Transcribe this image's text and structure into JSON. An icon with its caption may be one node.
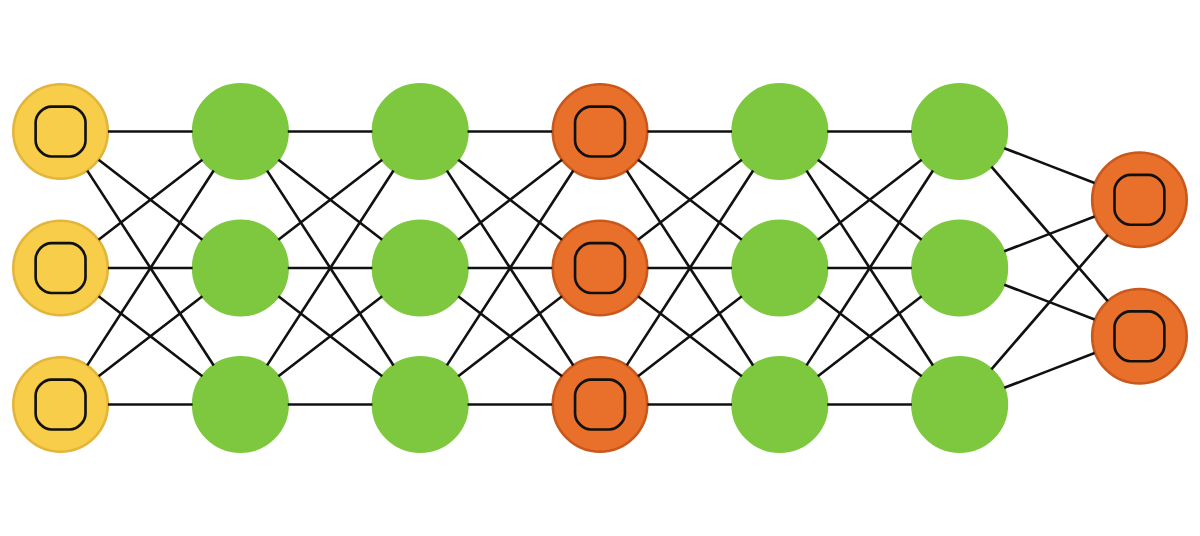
{
  "diagram": {
    "nodes": [
      {
        "text": [],
        "shape": "circle"
      },
      {
        "text": [],
        "shape": "circle"
      },
      {
        "text": [],
        "shape": "circle"
      },
      {
        "text": [],
        "shape": "circle"
      },
      {
        "text": [],
        "shape": "circle"
      },
      {
        "text": [],
        "shape": "circle"
      },
      {
        "text": [],
        "shape": "circle"
      },
      {
        "text": [],
        "shape": "circle"
      },
      {
        "text": [],
        "shape": "circle"
      },
      {
        "text": [],
        "shape": "circle"
      },
      {
        "text": [],
        "shape": "circle"
      },
      {
        "text": [],
        "shape": "circle"
      },
      {
        "text": [],
        "shape": "circle"
      },
      {
        "text": [],
        "shape": "circle"
      },
      {
        "text": [],
        "shape": "circle"
      },
      {
        "text": [],
        "shape": "circle"
      },
      {
        "text": [],
        "shape": "circle"
      },
      {
        "text": [],
        "shape": "circle"
      },
      {
        "text": [],
        "shape": "circle"
      },
      {
        "text": [],
        "shape": "circle"
      }
    ],
    "edges": [
      {
        "from": 0,
        "to": 3,
        "arrow": "none"
      },
      {
        "from": 0,
        "to": 4,
        "arrow": "none"
      },
      {
        "from": 0,
        "to": 5,
        "arrow": "none"
      },
      {
        "from": 1,
        "to": 3,
        "arrow": "none"
      },
      {
        "from": 1,
        "to": 4,
        "arrow": "none"
      },
      {
        "from": 1,
        "to": 5,
        "arrow": "none"
      },
      {
        "from": 2,
        "to": 3,
        "arrow": "none"
      },
      {
        "from": 2,
        "to": 4,
        "arrow": "none"
      },
      {
        "from": 2,
        "to": 5,
        "arrow": "none"
      },
      {
        "from": 3,
        "to": 6,
        "arrow": "none"
      },
      {
        "from": 3,
        "to": 7,
        "arrow": "none"
      },
      {
        "from": 3,
        "to": 8,
        "arrow": "none"
      },
      {
        "from": 4,
        "to": 6,
        "arrow": "none"
      },
      {
        "from": 4,
        "to": 7,
        "arrow": "none"
      },
      {
        "from": 4,
        "to": 8,
        "arrow": "none"
      },
      {
        "from": 5,
        "to": 6,
        "arrow": "none"
      },
      {
        "from": 5,
        "to": 7,
        "arrow": "none"
      },
      {
        "from": 5,
        "to": 8,
        "arrow": "none"
      },
      {
        "from": 6,
        "to": 9,
        "arrow": "none"
      },
      {
        "from": 6,
        "to": 10,
        "arrow": "none"
      },
      {
        "from": 6,
        "to": 11,
        "arrow": "none"
      },
      {
        "from": 7,
        "to": 9,
        "arrow": "none"
      },
      {
        "from": 7,
        "to": 10,
        "arrow": "none"
      },
      {
        "from": 7,
        "to": 11,
        "arrow": "none"
      },
      {
        "from": 8,
        "to": 9,
        "arrow": "none"
      },
      {
        "from": 8,
        "to": 10,
        "arrow": "none"
      },
      {
        "from": 8,
        "to": 11,
        "arrow": "none"
      },
      {
        "from": 9,
        "to": 12,
        "arrow": "none"
      },
      {
        "from": 9,
        "to": 13,
        "arrow": "none"
      },
      {
        "from": 9,
        "to": 14,
        "arrow": "none"
      },
      {
        "from": 10,
        "to": 12,
        "arrow": "none"
      },
      {
        "from": 10,
        "to": 13,
        "arrow": "none"
      },
      {
        "from": 10,
        "to": 14,
        "arrow": "none"
      },
      {
        "from": 11,
        "to": 12,
        "arrow": "none"
      },
      {
        "from": 11,
        "to": 13,
        "arrow": "none"
      },
      {
        "from": 11,
        "to": 14,
        "arrow": "none"
      },
      {
        "from": 12,
        "to": 15,
        "arrow": "none"
      },
      {
        "from": 12,
        "to": 16,
        "arrow": "none"
      },
      {
        "from": 12,
        "to": 17,
        "arrow": "none"
      },
      {
        "from": 13,
        "to": 15,
        "arrow": "none"
      },
      {
        "from": 13,
        "to": 16,
        "arrow": "none"
      },
      {
        "from": 13,
        "to": 17,
        "arrow": "none"
      },
      {
        "from": 14,
        "to": 15,
        "arrow": "none"
      },
      {
        "from": 14,
        "to": 16,
        "arrow": "none"
      },
      {
        "from": 14,
        "to": 17,
        "arrow": "none"
      },
      {
        "from": 15,
        "to": 18,
        "arrow": "none"
      },
      {
        "from": 15,
        "to": 19,
        "arrow": "none"
      },
      {
        "from": 16,
        "to": 18,
        "arrow": "none"
      },
      {
        "from": 16,
        "to": 19,
        "arrow": "none"
      },
      {
        "from": 17,
        "to": 18,
        "arrow": "none"
      },
      {
        "from": 17,
        "to": 19,
        "arrow": "none"
      }
    ]
  }
}
